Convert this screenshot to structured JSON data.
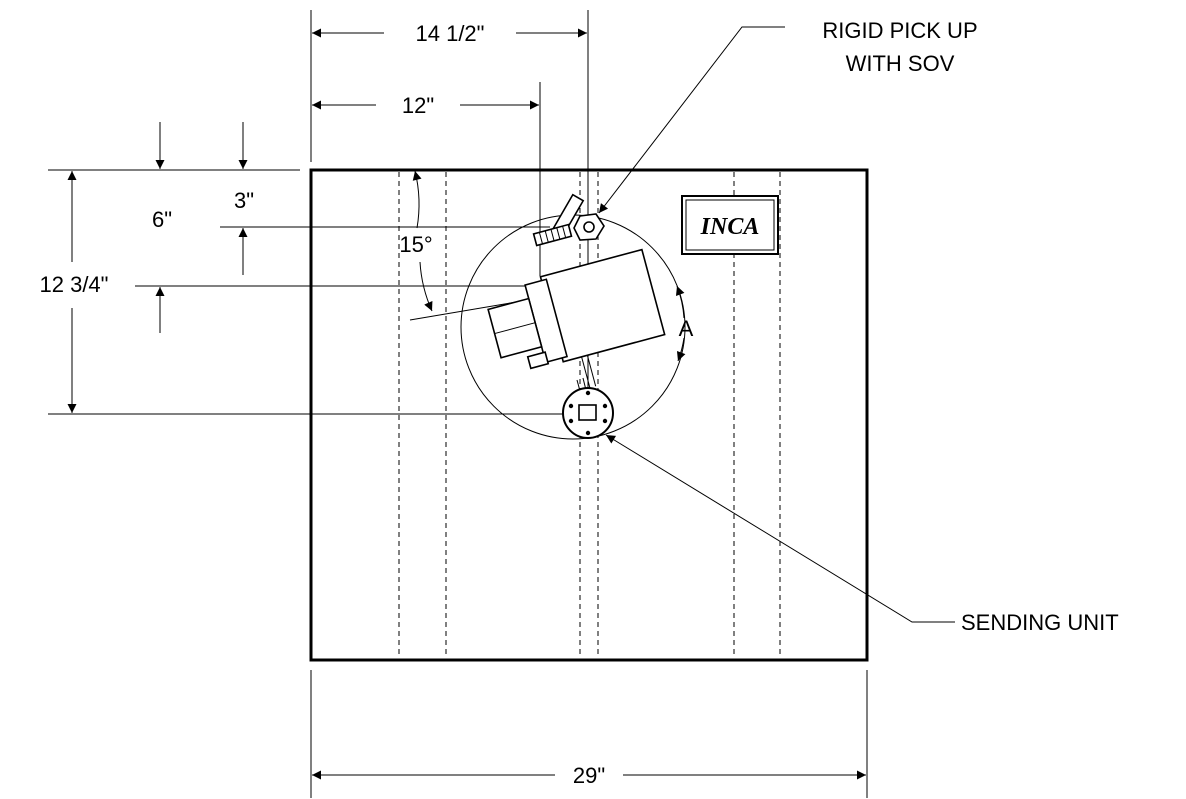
{
  "dimensions": {
    "top_width_long": "14 1/2\"",
    "top_width_short": "12\"",
    "left_6": "6\"",
    "left_3": "3\"",
    "left_total": "12 3/4\"",
    "angle": "15°",
    "bottom_width": "29\""
  },
  "callouts": {
    "pickup_line1": "RIGID PICK UP",
    "pickup_line2": "WITH SOV",
    "sending_unit": "SENDING UNIT",
    "view_a": "A"
  },
  "logo": {
    "text": "INCA"
  }
}
